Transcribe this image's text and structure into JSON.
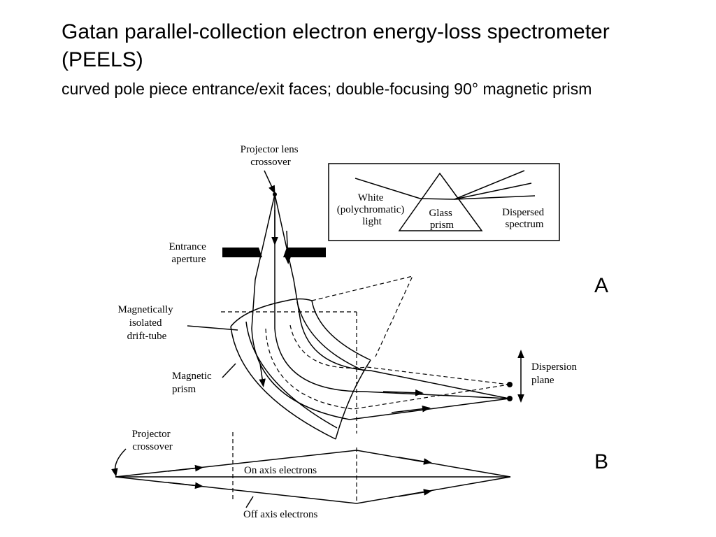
{
  "title": "Gatan parallel-collection electron energy-loss spectrometer (PEELS)",
  "subtitle": "curved pole piece entrance/exit faces; double-focusing 90° magnetic prism",
  "panels": {
    "a": "A",
    "b": "B"
  },
  "inset": {
    "white_light": [
      "White",
      "(polychromatic)",
      "light"
    ],
    "glass_prism": [
      "Glass",
      "prism"
    ],
    "dispersed_spectrum": [
      "Dispersed",
      "spectrum"
    ]
  },
  "labels": {
    "projector_lens_crossover": [
      "Projector lens",
      "crossover"
    ],
    "entrance_aperture": [
      "Entrance",
      "aperture"
    ],
    "drift_tube": [
      "Magnetically",
      "isolated",
      "drift-tube"
    ],
    "magnetic_prism": [
      "Magnetic",
      "prism"
    ],
    "dispersion_plane": [
      "Dispersion",
      "plane"
    ],
    "projector_crossover": [
      "Projector",
      "crossover"
    ],
    "on_axis": "On axis electrons",
    "off_axis": "Off axis electrons"
  }
}
